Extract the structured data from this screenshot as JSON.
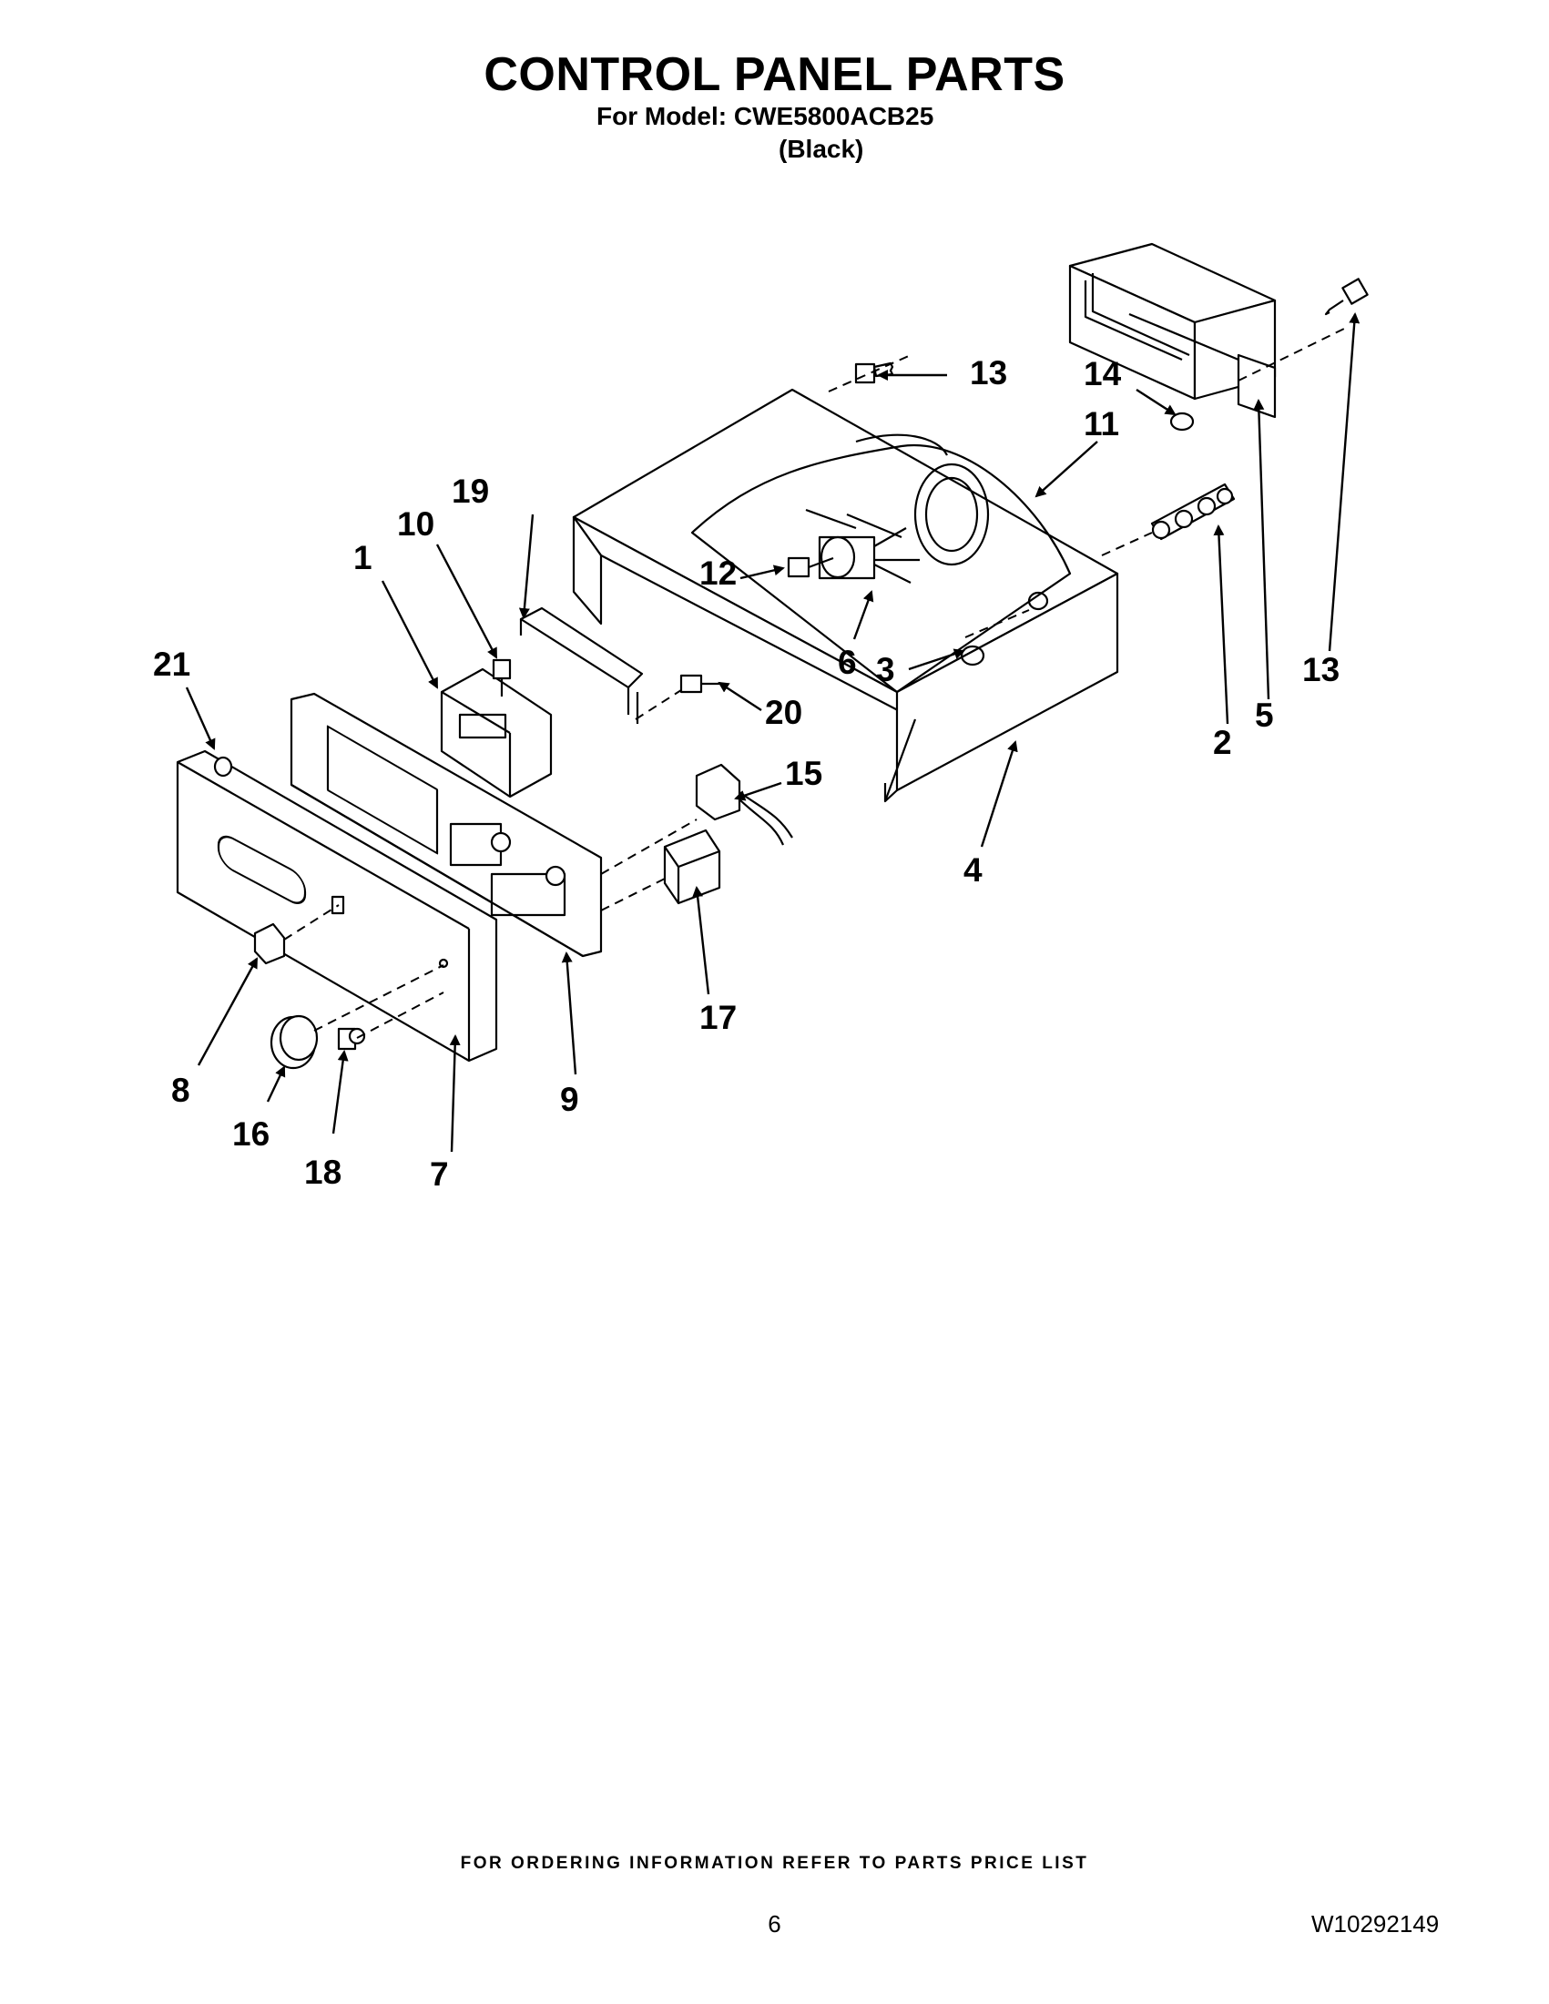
{
  "header": {
    "title": "CONTROL PANEL PARTS",
    "model": "For Model: CWE5800ACB25",
    "color": "(Black)"
  },
  "callouts": [
    "1",
    "2",
    "3",
    "4",
    "5",
    "6",
    "7",
    "8",
    "9",
    "10",
    "11",
    "12",
    "13",
    "14",
    "15",
    "16",
    "17",
    "18",
    "19",
    "20",
    "21"
  ],
  "footer": {
    "ordering_note": "FOR ORDERING INFORMATION REFER TO PARTS PRICE LIST",
    "page_number": "6",
    "document_number": "W10292149"
  }
}
